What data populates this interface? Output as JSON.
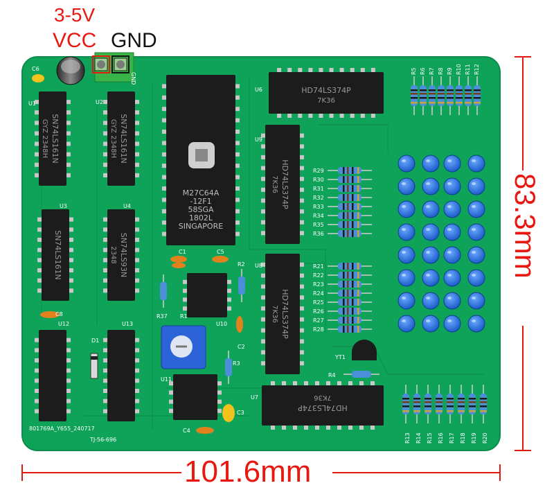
{
  "power": {
    "voltage_label": "3-5V",
    "vcc_label": "VCC",
    "gnd_label": "GND"
  },
  "dimensions": {
    "width_label": "101.6mm",
    "height_label": "83.3mm"
  },
  "colors": {
    "pcb": "#0fa35a",
    "pcb_edge": "#0b8c4c",
    "dimension": "#e8170f",
    "led": "#1f6fe0",
    "chip": "#1c1c1c"
  },
  "chips": {
    "eprom_line1": "M27C64A",
    "eprom_line2": "-12F1",
    "eprom_line3": "58SGA",
    "eprom_line4": "1802L",
    "eprom_line5": "SINGAPORE",
    "u6": "HD74LS374P",
    "u6_code": "7K36",
    "u9": "HD74LS374P",
    "u9_code": "7K36",
    "u8": "HD74LS374P",
    "u8_code": "7K36",
    "u7": "HD74LS374P",
    "u7_code": "7K36",
    "u1": "SN74LS161N",
    "u1_code": "GYZ 2348H",
    "u2": "SN74LS161N",
    "u2_code": "GYZ 2348H",
    "u3": "SN74LS161N",
    "u4": "SN74LS93N",
    "u4_code": "2348"
  },
  "silkscreen": {
    "board_code": "801769A_Y655_240717",
    "board_code2": "TJ-56-696",
    "u1": "U1",
    "u2": "U2",
    "u3": "U3",
    "u4": "U4",
    "u6": "U6",
    "u7": "U7",
    "u8": "U8",
    "u9": "U9",
    "u10": "U10",
    "u11": "U11",
    "u12": "U12",
    "u13": "U13",
    "c1": "C1",
    "c2": "C2",
    "c3": "C3",
    "c4": "C4",
    "c5": "C5",
    "c6": "C6",
    "c8": "C8",
    "r1": "R1",
    "r2": "R2",
    "r3": "R3",
    "r4": "R4",
    "r37": "R37",
    "d1": "D1",
    "yt1": "YT1",
    "gnd": "GND",
    "r_top": [
      "R5",
      "R6",
      "R7",
      "R8",
      "R9",
      "R10",
      "R11",
      "R12"
    ],
    "r_mid1": [
      "R29",
      "R30",
      "R31",
      "R32",
      "R33",
      "R34",
      "R35",
      "R36"
    ],
    "r_mid2": [
      "R21",
      "R22",
      "R23",
      "R24",
      "R25",
      "R26",
      "R27",
      "R28"
    ],
    "r_bot": [
      "R13",
      "R14",
      "R15",
      "R16",
      "R17",
      "R18",
      "R19",
      "R20"
    ]
  }
}
